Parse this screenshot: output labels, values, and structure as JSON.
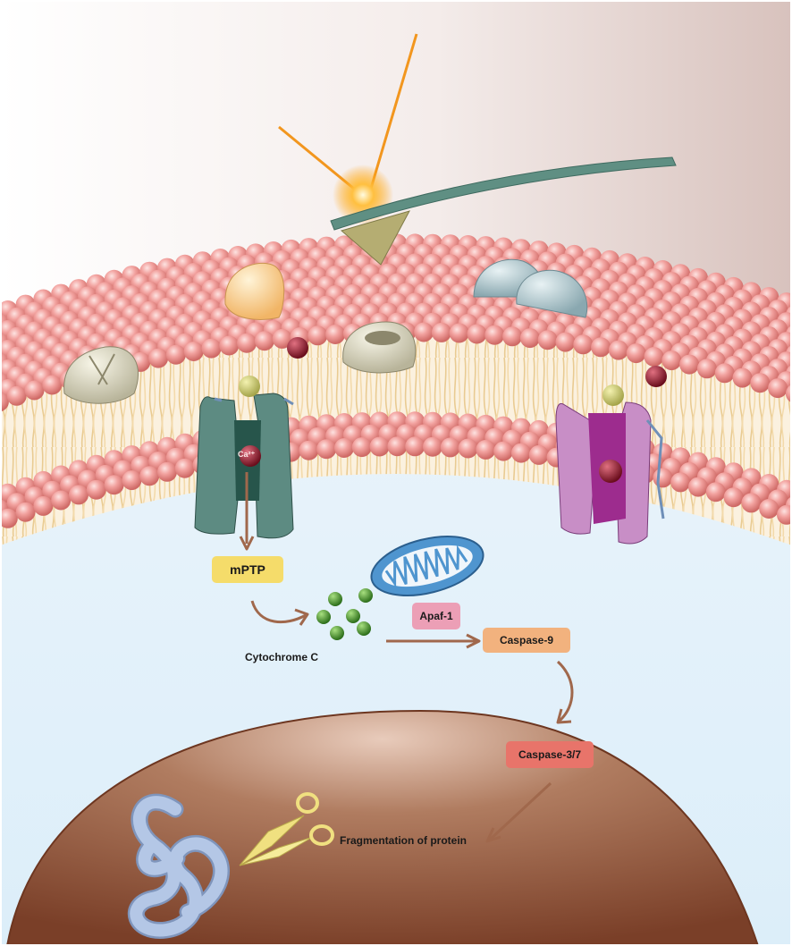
{
  "labels": {
    "ion": "Ca²⁺",
    "mptp": "mPTP",
    "cytochrome": "Cytochrome C",
    "apaf": "Apaf-1",
    "caspase9": "Caspase-9",
    "caspase37": "Caspase-3/7",
    "fragmentation": "Fragmentation of protein"
  },
  "colors": {
    "membrane_head": "#ef8f8c",
    "mptp_box": "#f5dc6a",
    "apaf_box": "#ec9fb6",
    "caspase9_box": "#f2b27e",
    "caspase37_box": "#e8746a",
    "arrow": "#a0684c",
    "cytochrome": "#3e8a2a",
    "nucleus": "#8b5038",
    "channel_left": "#3c6e64",
    "channel_right": "#9d2c8e",
    "probe": "#5d8d80",
    "laser": "#f2961e",
    "protein": "#aac0e0",
    "scissors": "#f0e080",
    "mitochondrion": "#4f95cf"
  },
  "icons": [
    "laser-beam-icon",
    "afm-probe-icon",
    "ion-channel-icon",
    "mitochondrion-icon",
    "cytochrome-c-icon",
    "nucleus-icon",
    "scissors-icon",
    "protein-coil-icon"
  ]
}
